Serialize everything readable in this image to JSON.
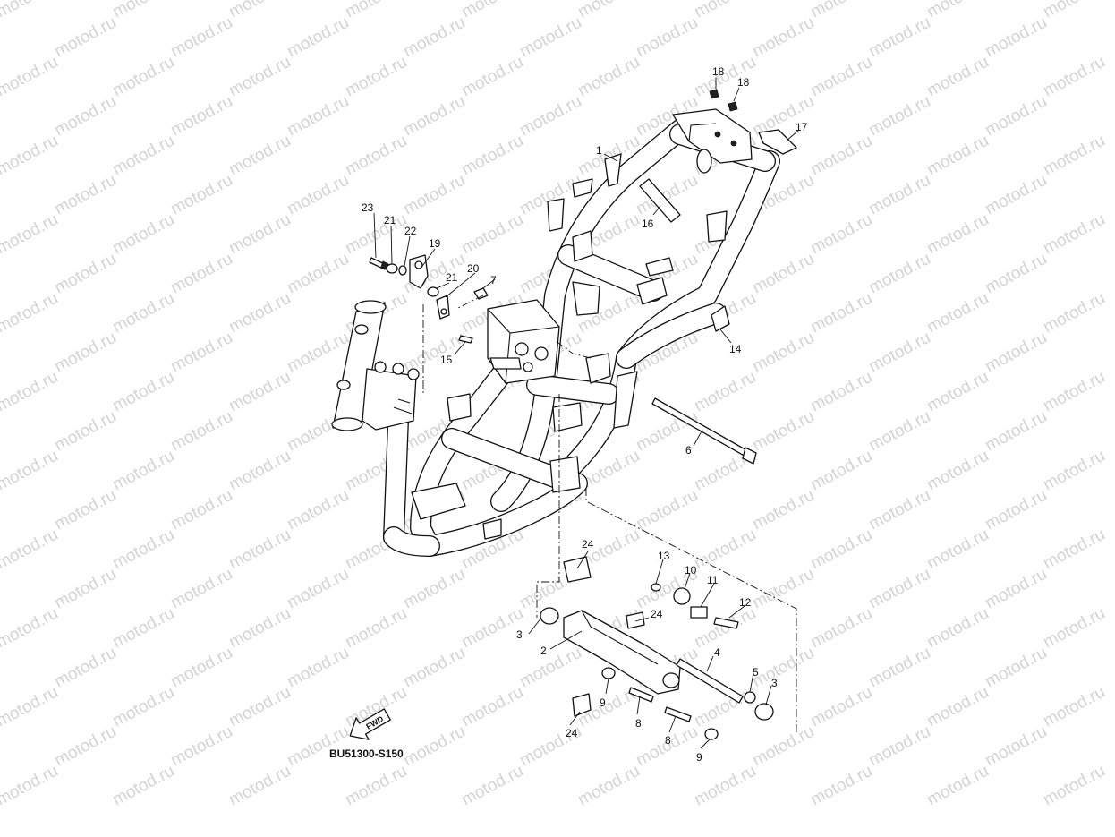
{
  "watermark": {
    "text": "motod.ru"
  },
  "diagram_code": "BU51300-S150",
  "fwd_label": "FWD",
  "colors": {
    "ink": "#111111",
    "watermark": "#d4d4d4",
    "background": "#ffffff"
  },
  "callouts": [
    "1",
    "2",
    "3",
    "3",
    "4",
    "5",
    "6",
    "7",
    "8",
    "8",
    "9",
    "9",
    "10",
    "11",
    "12",
    "13",
    "14",
    "15",
    "16",
    "17",
    "18",
    "18",
    "19",
    "20",
    "21",
    "21",
    "22",
    "23",
    "24",
    "24",
    "24"
  ]
}
